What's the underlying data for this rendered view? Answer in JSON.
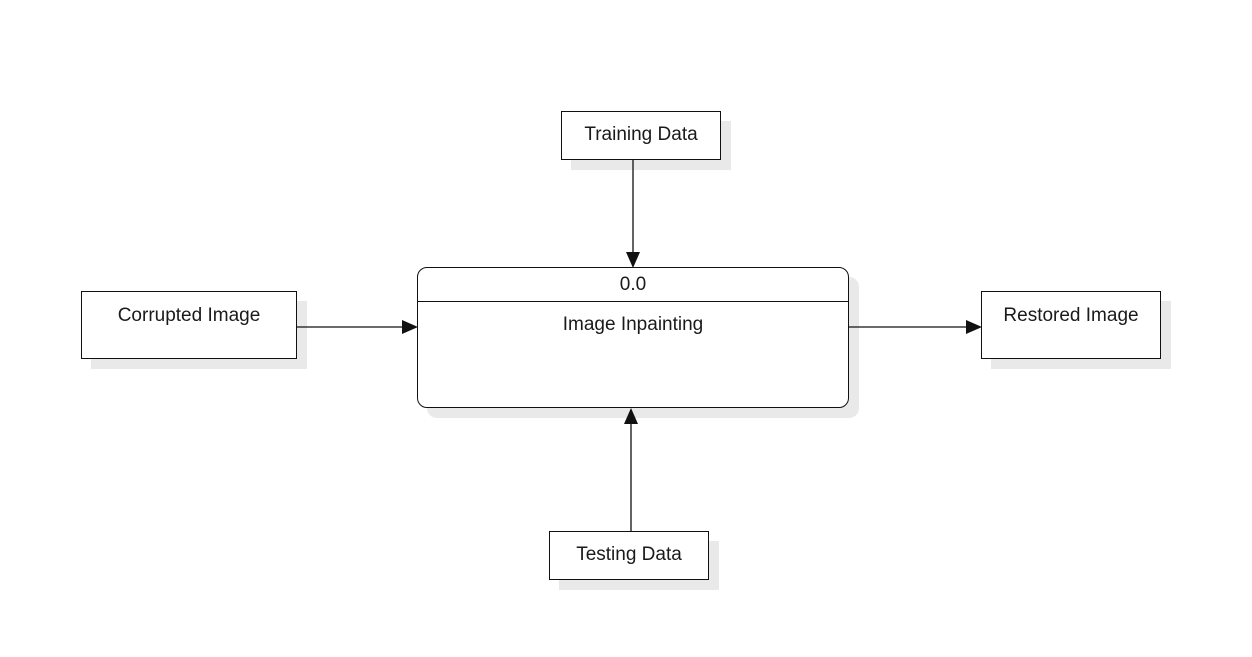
{
  "diagram": {
    "process": {
      "id": "0.0",
      "name": "Image Inpainting"
    },
    "entities": {
      "training": "Training Data",
      "testing": "Testing Data",
      "corrupted": "Corrupted Image",
      "restored": "Restored Image"
    }
  }
}
